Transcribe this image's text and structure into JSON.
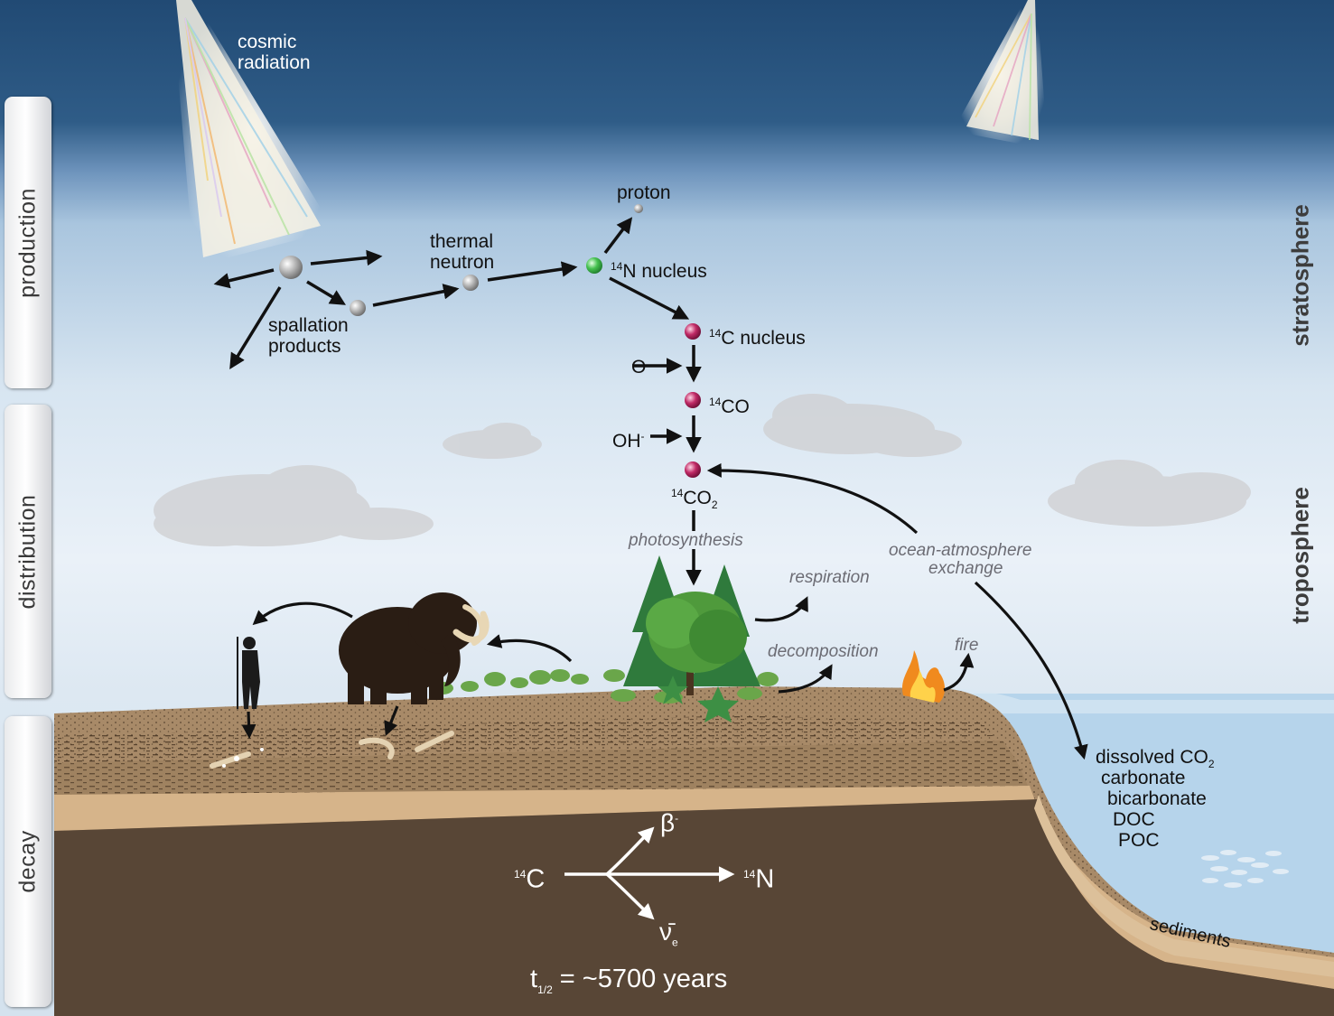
{
  "side_tabs": {
    "production": "production",
    "distribution": "distribution",
    "decay": "decay"
  },
  "layers": {
    "stratosphere": "stratosphere",
    "troposphere": "troposphere"
  },
  "labels": {
    "cosmic_radiation_1": "cosmic",
    "cosmic_radiation_2": "radiation",
    "spallation_1": "spallation",
    "spallation_2": "products",
    "thermal_neutron_1": "thermal",
    "thermal_neutron_2": "neutron",
    "proton": "proton",
    "n14_mass": "14",
    "n14_text": "N nucleus",
    "c14_mass": "14",
    "c14_text": "C nucleus",
    "oxygen": "O",
    "co_mass": "14",
    "co_text": "CO",
    "hydroxide": "OH",
    "hydroxide_charge": "-",
    "co2_mass": "14",
    "co2_text": "CO",
    "co2_sub": "2",
    "photosynthesis": "photosynthesis",
    "respiration": "respiration",
    "decomposition": "decomposition",
    "fire": "fire",
    "exchange_1": "ocean-atmosphere",
    "exchange_2": "exchange",
    "dissolved": "dissolved CO",
    "dissolved_sub": "2",
    "carbonate": "carbonate",
    "bicarbonate": "bicarbonate",
    "doc": "DOC",
    "poc": "POC",
    "sediments": "sediments"
  },
  "decay": {
    "parent_mass": "14",
    "parent": "C",
    "daughter_mass": "14",
    "daughter": "N",
    "beta": "β",
    "beta_charge": "-",
    "neutrino": "ν̄",
    "neutrino_sub": "e",
    "half_life_t": "t",
    "half_life_sub": "1/2",
    "half_life_value": " = ~5700 years"
  },
  "colors": {
    "space": "#2b557f",
    "stratosphere": "#b8cfe2",
    "troposphere": "#e3edf6",
    "ground": "#a88a68",
    "deep_earth": "#5e4b3a",
    "ocean": "#b3d2ea",
    "particle_gray": "#9a9a9a",
    "nitrogen": "#3cb54a",
    "carbon14": "#b0205a"
  }
}
